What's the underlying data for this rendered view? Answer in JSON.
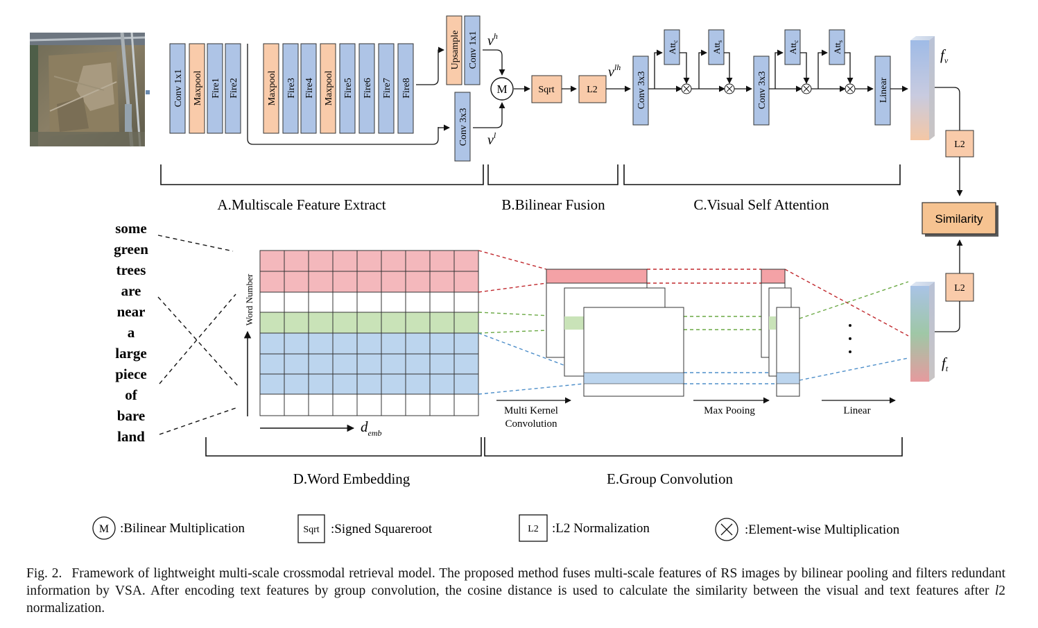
{
  "image_card": {
    "alt": "RS image"
  },
  "blocks": {
    "conv1x1": "Conv 1x1",
    "maxpool": "Maxpool",
    "fire1": "Fire1",
    "fire2": "Fire2",
    "maxpool2": "Maxpool",
    "fire3": "Fire3",
    "fire4": "Fire4",
    "maxpool3": "Maxpool",
    "fire5": "Fire5",
    "fire6": "Fire6",
    "fire7": "Fire7",
    "fire8": "Fire8",
    "upsample": "Upsample",
    "conv1x1_b": "Conv 1x1",
    "conv3x3_low": "Conv 3x3",
    "sqrt": "Sqrt",
    "l2": "L2",
    "conv3x3_a": "Conv 3x3",
    "conv3x3_b": "Conv 3x3",
    "att_c_main": "Att",
    "att_c_sub": "c",
    "att_s_main": "Att",
    "att_s_sub": "s",
    "linear": "Linear",
    "l2_visual": "L2",
    "l2_text": "L2",
    "similarity": "Similarity",
    "m_symbol": "M"
  },
  "labels": {
    "v_h_base": "v",
    "v_h_sup": "h",
    "v_l_base": "v",
    "v_l_sup": "l",
    "v_lh_base": "v",
    "v_lh_sup": "lh",
    "f_v_base": "f",
    "f_v_sub": "v",
    "f_t_base": "f",
    "f_t_sub": "t",
    "word_number": "Word Number",
    "d_emb_base": "d",
    "d_emb_sub": "emb",
    "multi_kernel_1": "Multi Kernel",
    "multi_kernel_2": "Convolution",
    "max_pooling": "Max Pooing",
    "linear_text": "Linear",
    "dots": "·"
  },
  "sections": {
    "a": "A.Multiscale Feature Extract",
    "b": "B.Bilinear Fusion",
    "c": "C.Visual Self Attention",
    "d": "D.Word Embedding",
    "e": "E.Group Convolution"
  },
  "sentence_words": [
    "some",
    "green",
    "trees",
    "are",
    "near",
    "a",
    "large",
    "piece",
    "of",
    "bare",
    "land"
  ],
  "legend": {
    "m_symbol": "M",
    "m_text": ":Bilinear Multiplication",
    "sqrt_symbol": "Sqrt",
    "sqrt_text": ":Signed Squareroot",
    "l2_symbol": "L2",
    "l2_text": ":L2 Normalization",
    "x_text": ":Element-wise Multiplication"
  },
  "caption": {
    "label": "Fig. 2.",
    "text_1": "Framework of lightweight multi-scale crossmodal retrieval model. The proposed method fuses multi-scale features of RS images by bilinear pooling and filters redundant information by VSA. After encoding text features by group convolution, the cosine distance is used to calculate the similarity between the visual and text features after ",
    "italic": "l",
    "text_2": "2 normalization."
  },
  "colors": {
    "blue_block": "#aec4e6",
    "orange_block": "#f9cbaa",
    "red_row": "#f4b8bc",
    "green_row": "#c9e3b8",
    "blue_row": "#bcd5ee",
    "red_dash": "#c0282d",
    "green_dash": "#6aa843",
    "blue_dash": "#4d8ec9",
    "similarity_fill": "#f6c391"
  }
}
